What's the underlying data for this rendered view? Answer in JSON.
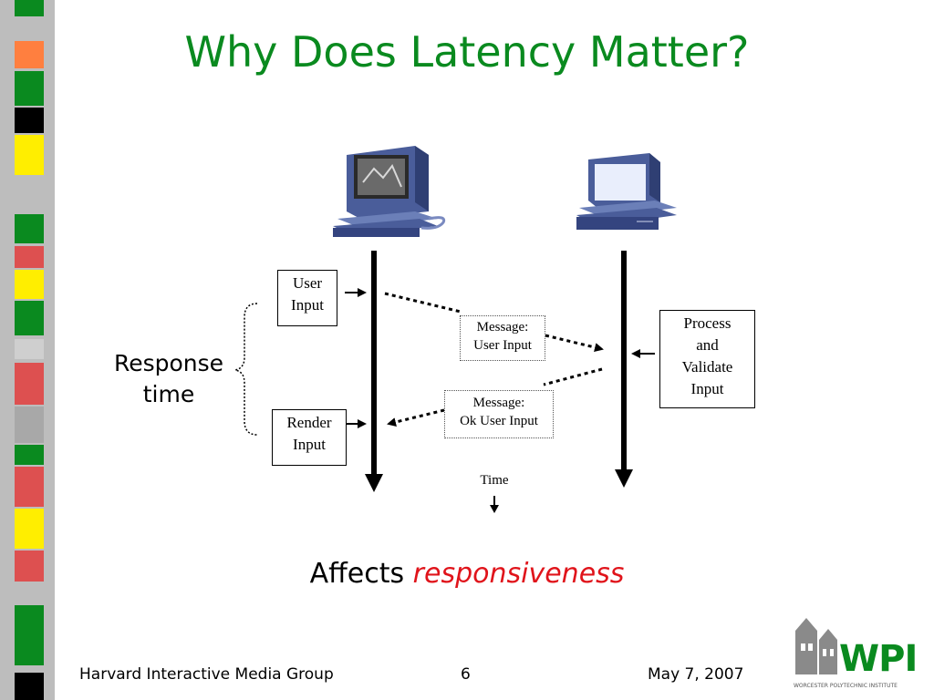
{
  "slide": {
    "title": "Why Does Latency Matter?",
    "response_label": "Response time",
    "time_label": "Time",
    "affects_prefix": "Affects",
    "affects_emphasis": "responsiveness",
    "accent_color": "#0a8a1f",
    "emphasis_color": "#e0141b"
  },
  "boxes": {
    "user_input": "User Input",
    "render_input": "Render Input",
    "process_input": "Process and Validate Input"
  },
  "messages": {
    "msg1_line1": "Message:",
    "msg1_line2": "User Input",
    "msg2_line1": "Message:",
    "msg2_line2": "Ok User Input"
  },
  "icons": {
    "client": "client-computer-icon",
    "server": "server-computer-icon"
  },
  "footer": {
    "left": "Harvard Interactive Media Group",
    "page": "6",
    "date": "May 7, 2007"
  },
  "logo": {
    "text": "WPI",
    "subtitle": "WORCESTER POLYTECHNIC INSTITUTE"
  }
}
